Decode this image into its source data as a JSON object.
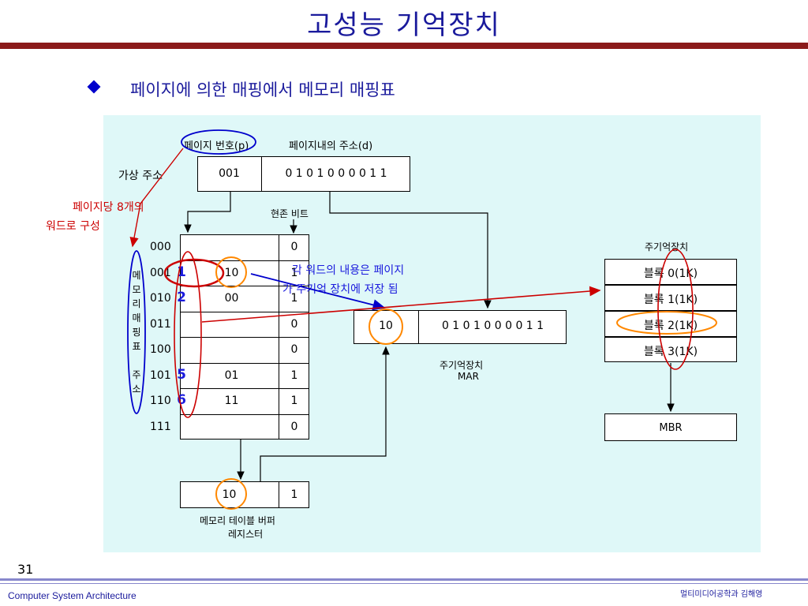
{
  "title": "고성능 기억장치",
  "subtitle": "페이지에 의한 매핑에서 메모리 매핑표",
  "virtual_address": {
    "label": "가상 주소",
    "page_header": "페이지 번호(p)",
    "offset_header": "페이지내의 주소(d)",
    "page_value": "001",
    "offset_value": "0 1 0 1 0 0 0 0 1 1"
  },
  "annotation_words": "페이지당 8개의",
  "annotation_words2": "워드로 구성",
  "present_bit_label": "현존 비트",
  "table_vertical_label": [
    "메",
    "모",
    "리",
    "매",
    "핑",
    "표",
    "",
    "주",
    "소"
  ],
  "table_rows": [
    {
      "addr": "000",
      "block": "",
      "bit": "0",
      "mark": ""
    },
    {
      "addr": "001",
      "block": "10",
      "bit": "1",
      "mark": "1"
    },
    {
      "addr": "010",
      "block": "00",
      "bit": "1",
      "mark": "2"
    },
    {
      "addr": "011",
      "block": "",
      "bit": "0",
      "mark": ""
    },
    {
      "addr": "100",
      "block": "",
      "bit": "0",
      "mark": ""
    },
    {
      "addr": "101",
      "block": "01",
      "bit": "1",
      "mark": "5"
    },
    {
      "addr": "110",
      "block": "11",
      "bit": "1",
      "mark": "6"
    },
    {
      "addr": "111",
      "block": "",
      "bit": "0",
      "mark": ""
    }
  ],
  "note_line1": "각 워드의 내용은 페이지",
  "note_line2": "가 주기억 장치에 저장 됨",
  "mar": {
    "block": "10",
    "offset": "0 1 0 1 0 0 0 0 1 1",
    "label1": "주기억장치",
    "label2": "MAR"
  },
  "main_memory": {
    "label": "주기억장치",
    "blocks": [
      "블록 0(1K)",
      "블록 1(1K)",
      "블록 2(1K)",
      "블록 3(1K)"
    ],
    "mbr": "MBR"
  },
  "buffer": {
    "block": "10",
    "bit": "1",
    "label1": "메모리 테이블 버퍼",
    "label2": "레지스터"
  },
  "slide_number": "31",
  "footer_left": "Computer System Architecture",
  "footer_right": "멀티미디어공학과 김해영",
  "colors": {
    "title": "#1a1a9c",
    "bar": "#8b1a1a",
    "panel": "#dff8f8",
    "red": "#cc0000",
    "orange": "#ff8800",
    "blue": "#0000cc"
  }
}
